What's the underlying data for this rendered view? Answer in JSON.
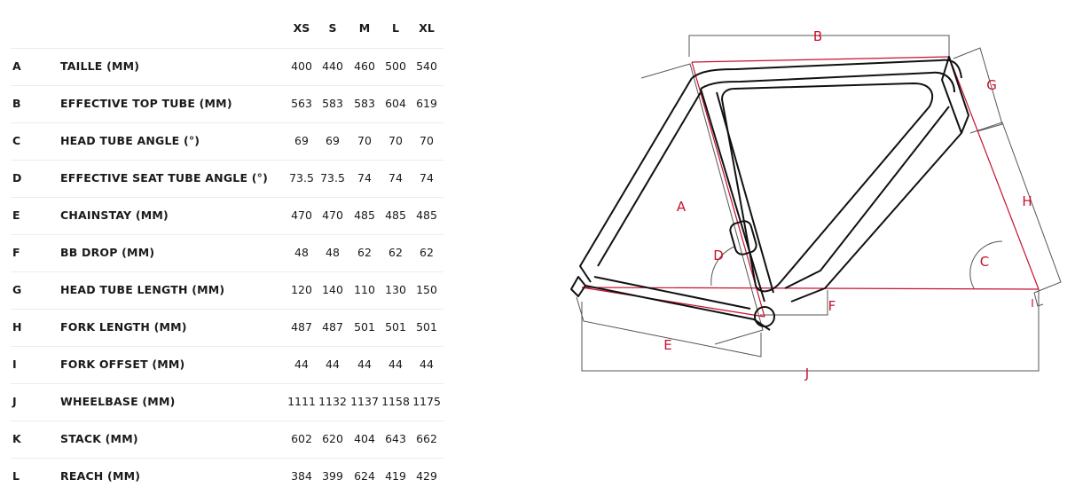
{
  "table": {
    "sizes": [
      "XS",
      "S",
      "M",
      "L",
      "XL"
    ],
    "rows": [
      {
        "key": "A",
        "label": "TAILLE (MM)",
        "values": [
          "400",
          "440",
          "460",
          "500",
          "540"
        ]
      },
      {
        "key": "B",
        "label": "EFFECTIVE TOP TUBE (MM)",
        "values": [
          "563",
          "583",
          "583",
          "604",
          "619"
        ]
      },
      {
        "key": "C",
        "label": "HEAD TUBE ANGLE (°)",
        "values": [
          "69",
          "69",
          "70",
          "70",
          "70"
        ]
      },
      {
        "key": "D",
        "label": "EFFECTIVE SEAT TUBE ANGLE (°)",
        "values": [
          "73.5",
          "73.5",
          "74",
          "74",
          "74"
        ]
      },
      {
        "key": "E",
        "label": "CHAINSTAY (MM)",
        "values": [
          "470",
          "470",
          "485",
          "485",
          "485"
        ]
      },
      {
        "key": "F",
        "label": "BB DROP (MM)",
        "values": [
          "48",
          "48",
          "62",
          "62",
          "62"
        ]
      },
      {
        "key": "G",
        "label": "HEAD TUBE LENGTH (MM)",
        "values": [
          "120",
          "140",
          "110",
          "130",
          "150"
        ]
      },
      {
        "key": "H",
        "label": "FORK LENGTH (MM)",
        "values": [
          "487",
          "487",
          "501",
          "501",
          "501"
        ]
      },
      {
        "key": "I",
        "label": "FORK OFFSET (MM)",
        "values": [
          "44",
          "44",
          "44",
          "44",
          "44"
        ]
      },
      {
        "key": "J",
        "label": "WHEELBASE (MM)",
        "values": [
          "1111",
          "1132",
          "1137",
          "1158",
          "1175"
        ]
      },
      {
        "key": "K",
        "label": "STACK (MM)",
        "values": [
          "602",
          "620",
          "404",
          "643",
          "662"
        ]
      },
      {
        "key": "L",
        "label": "REACH (MM)",
        "values": [
          "384",
          "399",
          "624",
          "419",
          "429"
        ]
      }
    ]
  },
  "diagram": {
    "labels": {
      "A": "A",
      "B": "B",
      "C": "C",
      "D": "D",
      "E": "E",
      "F": "F",
      "G": "G",
      "H": "H",
      "I": "I",
      "J": "J"
    },
    "accent_color": "#c8102e",
    "frame_color": "#111111",
    "dim_color": "#555555"
  }
}
